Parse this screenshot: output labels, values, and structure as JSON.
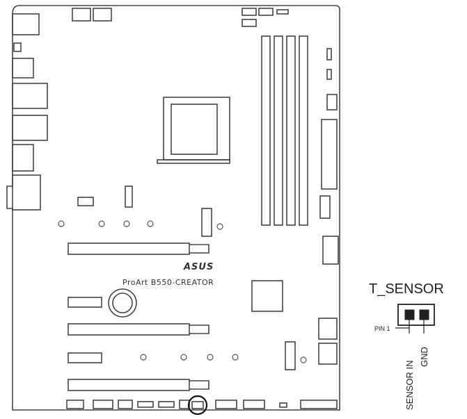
{
  "board": {
    "logo_text": "ASUS",
    "model_text": "ProArt  B550-CREATOR"
  },
  "header": {
    "title": "T_SENSOR",
    "pin1_label": "PIN 1",
    "pins": [
      "SENSOR IN",
      "GND"
    ]
  },
  "colors": {
    "line": "#333333",
    "highlight": "#111111",
    "background": "#ffffff"
  }
}
